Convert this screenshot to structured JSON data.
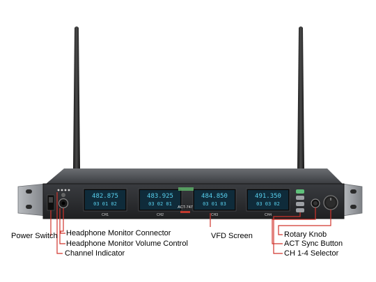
{
  "device": {
    "model_label": "ACT-747",
    "channels": [
      {
        "label": "CH1",
        "freq": "482.875",
        "line2": "03  01  02"
      },
      {
        "label": "CH2",
        "freq": "483.925",
        "line2": "03  02  01"
      },
      {
        "label": "CH3",
        "freq": "484.850",
        "line2": "03  01  03"
      },
      {
        "label": "CH4",
        "freq": "491.350",
        "line2": "03  03  02"
      }
    ]
  },
  "callouts": {
    "power_switch": "Power Switch",
    "headphone_connector": "Headphone Monitor Connector",
    "headphone_volume": "Headphone Monitor Volume Control",
    "channel_indicator": "Channel Indicator",
    "vfd_screen": "VFD Screen",
    "rotary_knob": "Rotary Knob",
    "act_sync": "ACT Sync Button",
    "ch_selector": "CH 1-4 Selector"
  },
  "colors": {
    "callout_line": "#d0342c",
    "vfd_glow": "#58d0ee",
    "chassis": "#2b2d30"
  }
}
